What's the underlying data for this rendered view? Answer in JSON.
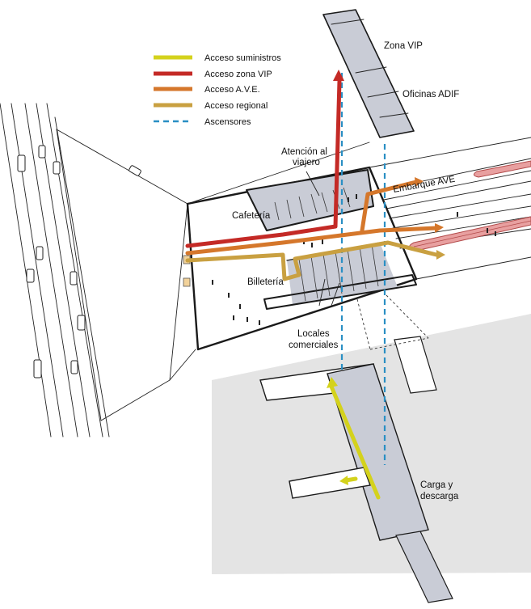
{
  "legend": {
    "items": [
      {
        "label": "Acceso suministros",
        "color": "#d4d21c",
        "style": "solid"
      },
      {
        "label": "Acceso zona VIP",
        "color": "#c42a26",
        "style": "solid"
      },
      {
        "label": "Acceso A.V.E.",
        "color": "#d5772b",
        "style": "solid"
      },
      {
        "label": "Acceso regional",
        "color": "#c9a041",
        "style": "solid"
      },
      {
        "label": "Ascensores",
        "color": "#2a8fc4",
        "style": "dashed"
      }
    ]
  },
  "labels": {
    "zona_vip": "Zona VIP",
    "oficinas_adif": "Oficinas ADIF",
    "atencion_l1": "Atención al",
    "atencion_l2": "viajero",
    "embarque_ave": "Embarque AVE",
    "cafeteria": "Cafetería",
    "billeteria": "Billetería",
    "locales_l1": "Locales",
    "locales_l2": "comerciales",
    "carga_l1": "Carga y",
    "carga_l2": "descarga"
  },
  "colors": {
    "suministros": "#d4d21c",
    "vip": "#c42a26",
    "ave": "#d5772b",
    "regional": "#c9a041",
    "ascensores": "#2a8fc4",
    "floor_fill": "#c9ccd6",
    "ground_gray": "#e6e6e6",
    "train_red": "#e07070"
  }
}
